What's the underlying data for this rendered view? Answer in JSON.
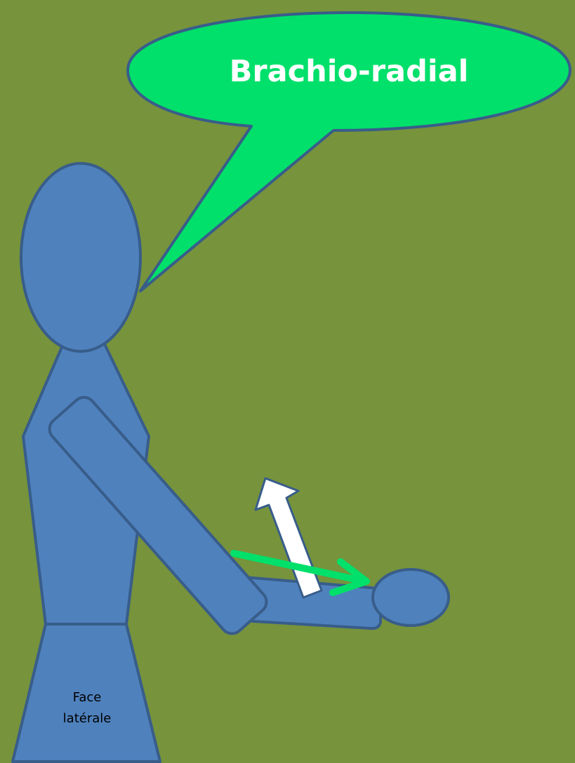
{
  "speech_bubble": {
    "title": "Brachio-radial"
  },
  "figure": {
    "skirt_label_line1": "Face",
    "skirt_label_line2": "latérale"
  },
  "colors": {
    "background": "#77933C",
    "body_fill": "#4F81BD",
    "body_stroke": "#385D8A",
    "bubble_fill": "#00E06A",
    "text_white": "#FFFFFF",
    "text_dark": "#000000",
    "green_arrow": "#00E06A",
    "white_arrow": "#FFFFFF"
  }
}
